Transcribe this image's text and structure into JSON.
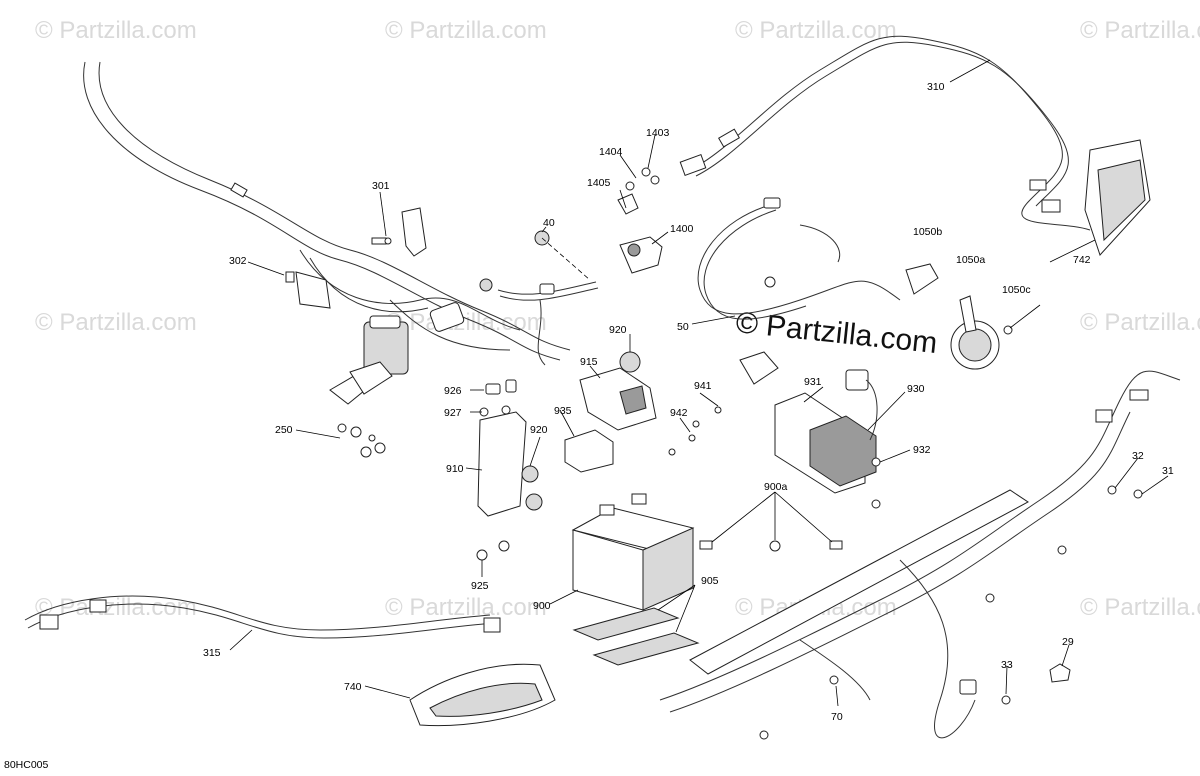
{
  "diagram_code": "80HC005",
  "watermark": {
    "text": "© Partzilla.com",
    "center_text": "© Partzilla.com"
  },
  "callouts": [
    {
      "id": "c-29",
      "label": "29"
    },
    {
      "id": "c-31",
      "label": "31"
    },
    {
      "id": "c-32",
      "label": "32"
    },
    {
      "id": "c-33",
      "label": "33"
    },
    {
      "id": "c-40",
      "label": "40"
    },
    {
      "id": "c-50",
      "label": "50"
    },
    {
      "id": "c-70",
      "label": "70"
    },
    {
      "id": "c-250",
      "label": "250"
    },
    {
      "id": "c-301",
      "label": "301"
    },
    {
      "id": "c-302",
      "label": "302"
    },
    {
      "id": "c-310",
      "label": "310"
    },
    {
      "id": "c-315",
      "label": "315"
    },
    {
      "id": "c-740",
      "label": "740"
    },
    {
      "id": "c-742",
      "label": "742"
    },
    {
      "id": "c-900",
      "label": "900"
    },
    {
      "id": "c-900a",
      "label": "900a"
    },
    {
      "id": "c-905",
      "label": "905"
    },
    {
      "id": "c-910",
      "label": "910"
    },
    {
      "id": "c-915",
      "label": "915"
    },
    {
      "id": "c-920a",
      "label": "920"
    },
    {
      "id": "c-920b",
      "label": "920"
    },
    {
      "id": "c-925",
      "label": "925"
    },
    {
      "id": "c-926",
      "label": "926"
    },
    {
      "id": "c-927",
      "label": "927"
    },
    {
      "id": "c-930",
      "label": "930"
    },
    {
      "id": "c-931",
      "label": "931"
    },
    {
      "id": "c-932",
      "label": "932"
    },
    {
      "id": "c-935",
      "label": "935"
    },
    {
      "id": "c-941",
      "label": "941"
    },
    {
      "id": "c-942",
      "label": "942"
    },
    {
      "id": "c-1050a",
      "label": "1050a"
    },
    {
      "id": "c-1050b",
      "label": "1050b"
    },
    {
      "id": "c-1050c",
      "label": "1050c"
    },
    {
      "id": "c-1400",
      "label": "1400"
    },
    {
      "id": "c-1403",
      "label": "1403"
    },
    {
      "id": "c-1404",
      "label": "1404"
    },
    {
      "id": "c-1405",
      "label": "1405"
    }
  ]
}
